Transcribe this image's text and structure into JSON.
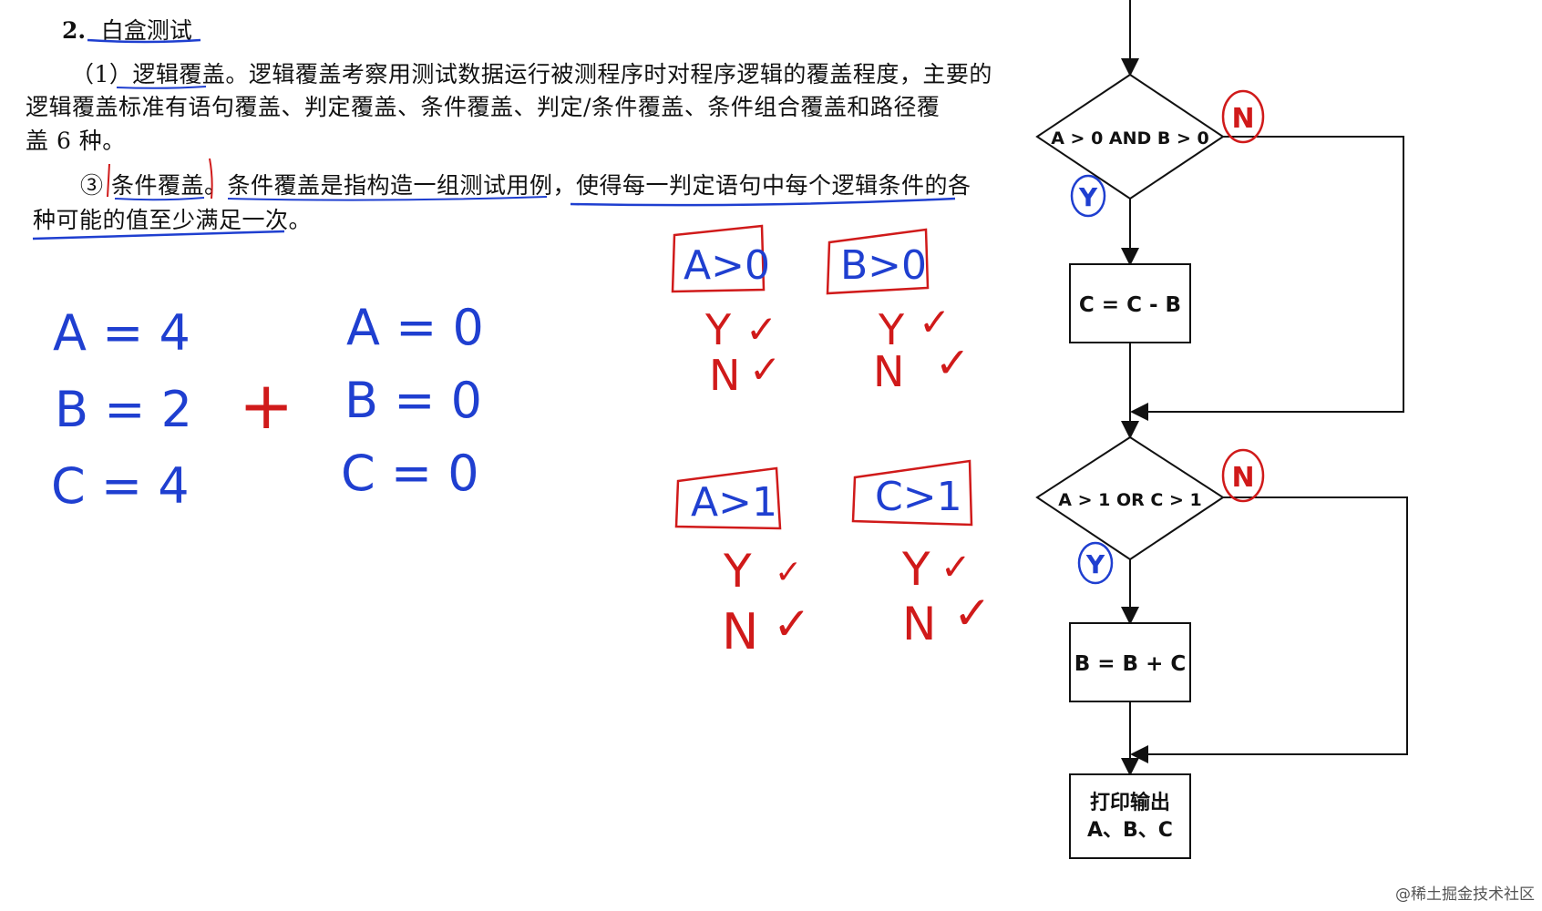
{
  "doc": {
    "title_num": "2.",
    "title_text": "白盒测试",
    "p1_line1": "（1）逻辑覆盖。逻辑覆盖考察用测试数据运行被测程序时对程序逻辑的覆盖程度，主要的",
    "p1_line2": "逻辑覆盖标准有语句覆盖、判定覆盖、条件覆盖、判定/条件覆盖、条件组合覆盖和路径覆",
    "p1_line3": "盖 6 种。",
    "p2_line1": "③ 条件覆盖。条件覆盖是指构造一组测试用例，使得每一判定语句中每个逻辑条件的各",
    "p2_line2": "种可能的值至少满足一次。"
  },
  "handwriting": {
    "set1": [
      "A = 4",
      "B = 2",
      "C = 4"
    ],
    "set2": [
      "A = 0",
      "B = 0",
      "C = 0"
    ],
    "plus": "+",
    "cond1": "A>0",
    "cond2": "B>0",
    "cond3": "A>1",
    "cond4": "C>1",
    "yes": "Y",
    "no": "N",
    "check": "✓"
  },
  "flowchart": {
    "decision1": "A > 0 AND B > 0",
    "decision2": "A > 1 OR C > 1",
    "process1": "C = C - B",
    "process2": "B = B + C",
    "output_line1": "打印输出",
    "output_line2": "A、B、C",
    "yes_label": "Y",
    "no_label": "N"
  },
  "colors": {
    "blue_ink": "#1f3fd0",
    "red_ink": "#d01a1a",
    "text": "#111111"
  },
  "watermark": "@稀土掘金技术社区"
}
